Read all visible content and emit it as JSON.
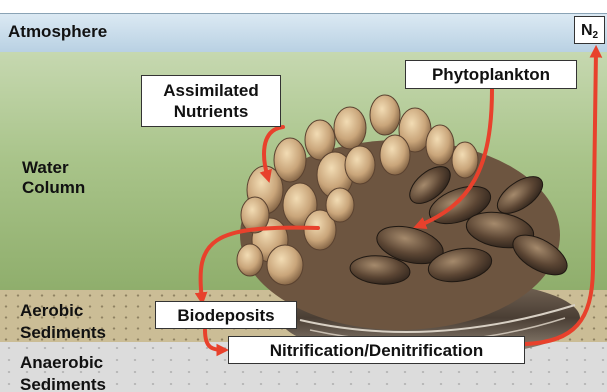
{
  "zones": {
    "atmosphere": "Atmosphere",
    "water_line1": "Water",
    "water_line2": "Column",
    "aerobic_line1": "Aerobic",
    "aerobic_line2": "Sediments",
    "anaerobic_line1": "Anaerobic",
    "anaerobic_line2": "Sediments"
  },
  "nodes": {
    "assimilated_line1": "Assimilated",
    "assimilated_line2": "Nutrients",
    "phytoplankton": "Phytoplankton",
    "biodeposits": "Biodeposits",
    "nitrification": "Nitrification/Denitrification",
    "n2_main": "N",
    "n2_sub": "2"
  },
  "colors": {
    "arrow": "#e8412c",
    "atmosphere": "#c9dcec",
    "water": "#a9c48a",
    "aerobic": "#cbbd96",
    "anaerobic": "#dcdcdc"
  }
}
